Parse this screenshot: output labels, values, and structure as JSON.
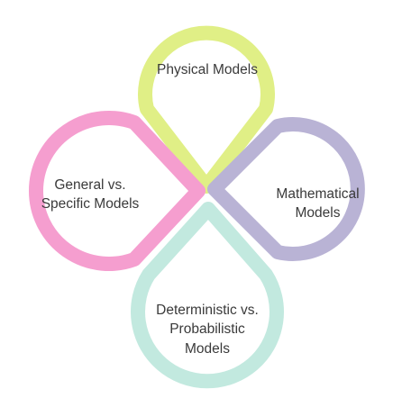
{
  "diagram": {
    "nodes": [
      {
        "id": "top",
        "lines": [
          "Physical Models"
        ],
        "color": "#e0ef86"
      },
      {
        "id": "left",
        "lines": [
          "General vs.",
          "Specific Models"
        ],
        "color": "#f59ecf"
      },
      {
        "id": "right",
        "lines": [
          "Mathematical",
          "Models"
        ],
        "color": "#b9b3d5"
      },
      {
        "id": "bottom",
        "lines": [
          "Deterministic vs.",
          "Probabilistic",
          "Models"
        ],
        "color": "#c2e9df"
      }
    ]
  }
}
